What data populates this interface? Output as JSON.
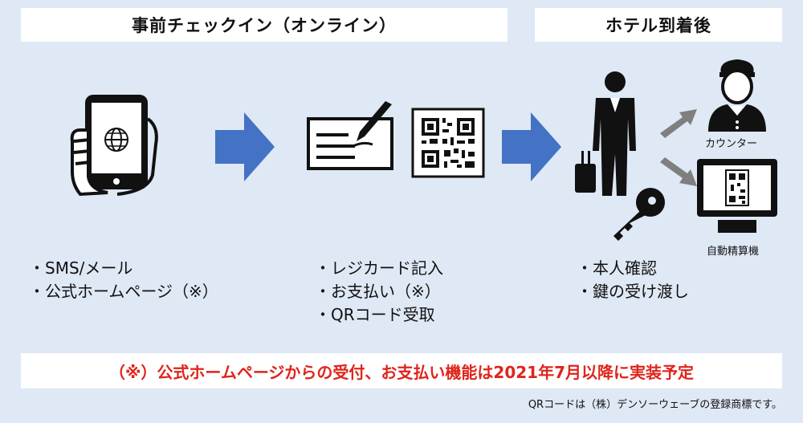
{
  "headers": {
    "online_checkin": "事前チェックイン（オンライン）",
    "after_arrival": "ホテル到着後"
  },
  "steps": {
    "step1": [
      "SMS/メール",
      "公式ホームページ（※）"
    ],
    "step2": [
      "レジカード記入",
      "お支払い（※）",
      "QRコード受取"
    ],
    "step3": [
      "本人確認",
      "鍵の受け渡し"
    ]
  },
  "captions": {
    "counter": "カウンター",
    "kiosk": "自動精算機"
  },
  "note": "（※）公式ホームページからの受付、お支払い機能は2021年7月以降に実装予定",
  "trademark": "QRコードは（株）デンソーウェーブの登録商標です。",
  "colors": {
    "accent_blue": "#4472c4",
    "note_red": "#e0241b",
    "arrow_gray": "#7f7f7f",
    "background": "#dfe8f5"
  }
}
